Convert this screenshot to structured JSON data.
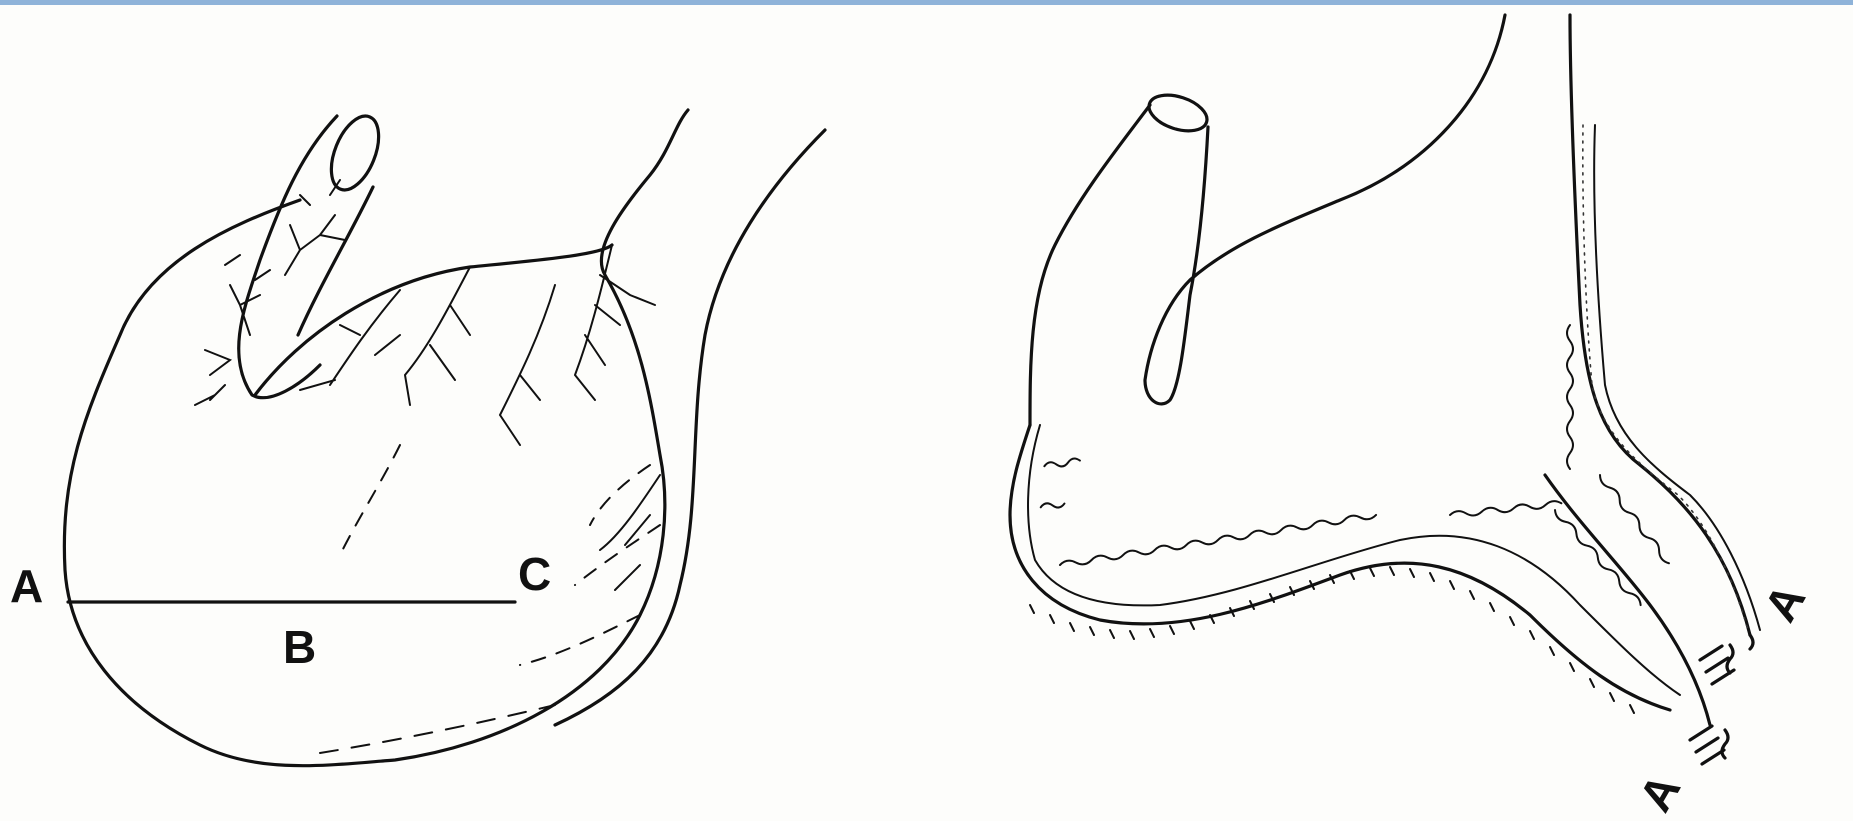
{
  "labels": {
    "left_a": "A",
    "left_b": "B",
    "left_c": "C",
    "right_a_upper": "A",
    "right_a_lower": "A"
  }
}
